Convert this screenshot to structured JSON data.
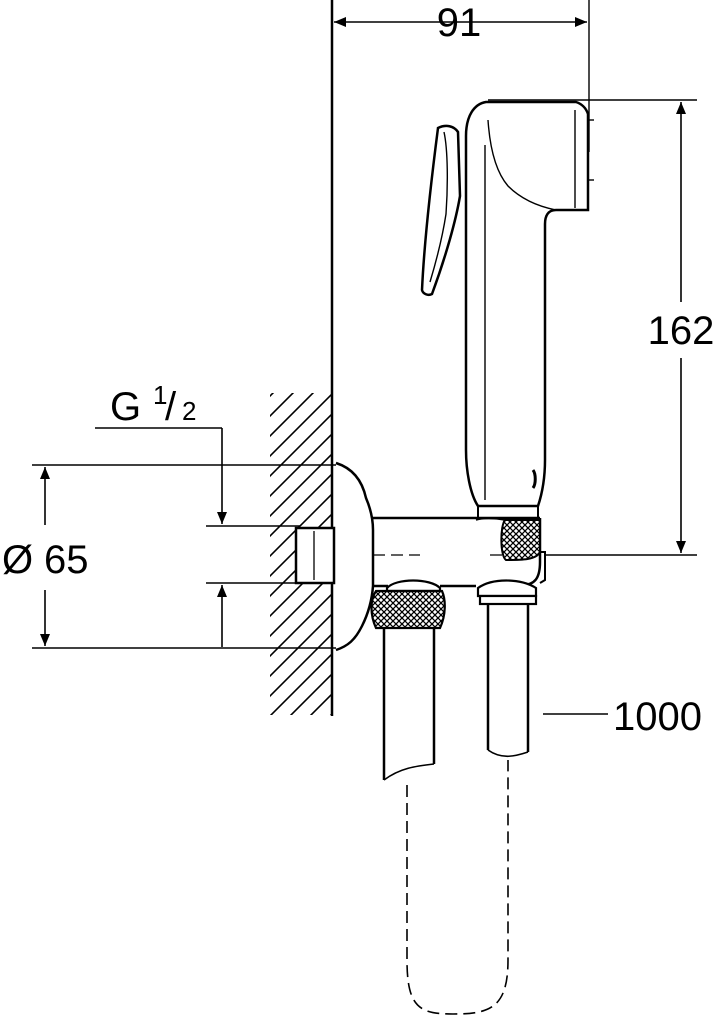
{
  "dimensions": {
    "width_label": "91",
    "height_label": "162",
    "diameter_symbol": "Ø",
    "diameter_value": "65",
    "thread_letter": "G",
    "thread_numerator": "1",
    "thread_slash": "/",
    "thread_denominator": "2",
    "hose_length_label": "1000"
  },
  "colors": {
    "ink": "#000000",
    "background": "#ffffff"
  }
}
